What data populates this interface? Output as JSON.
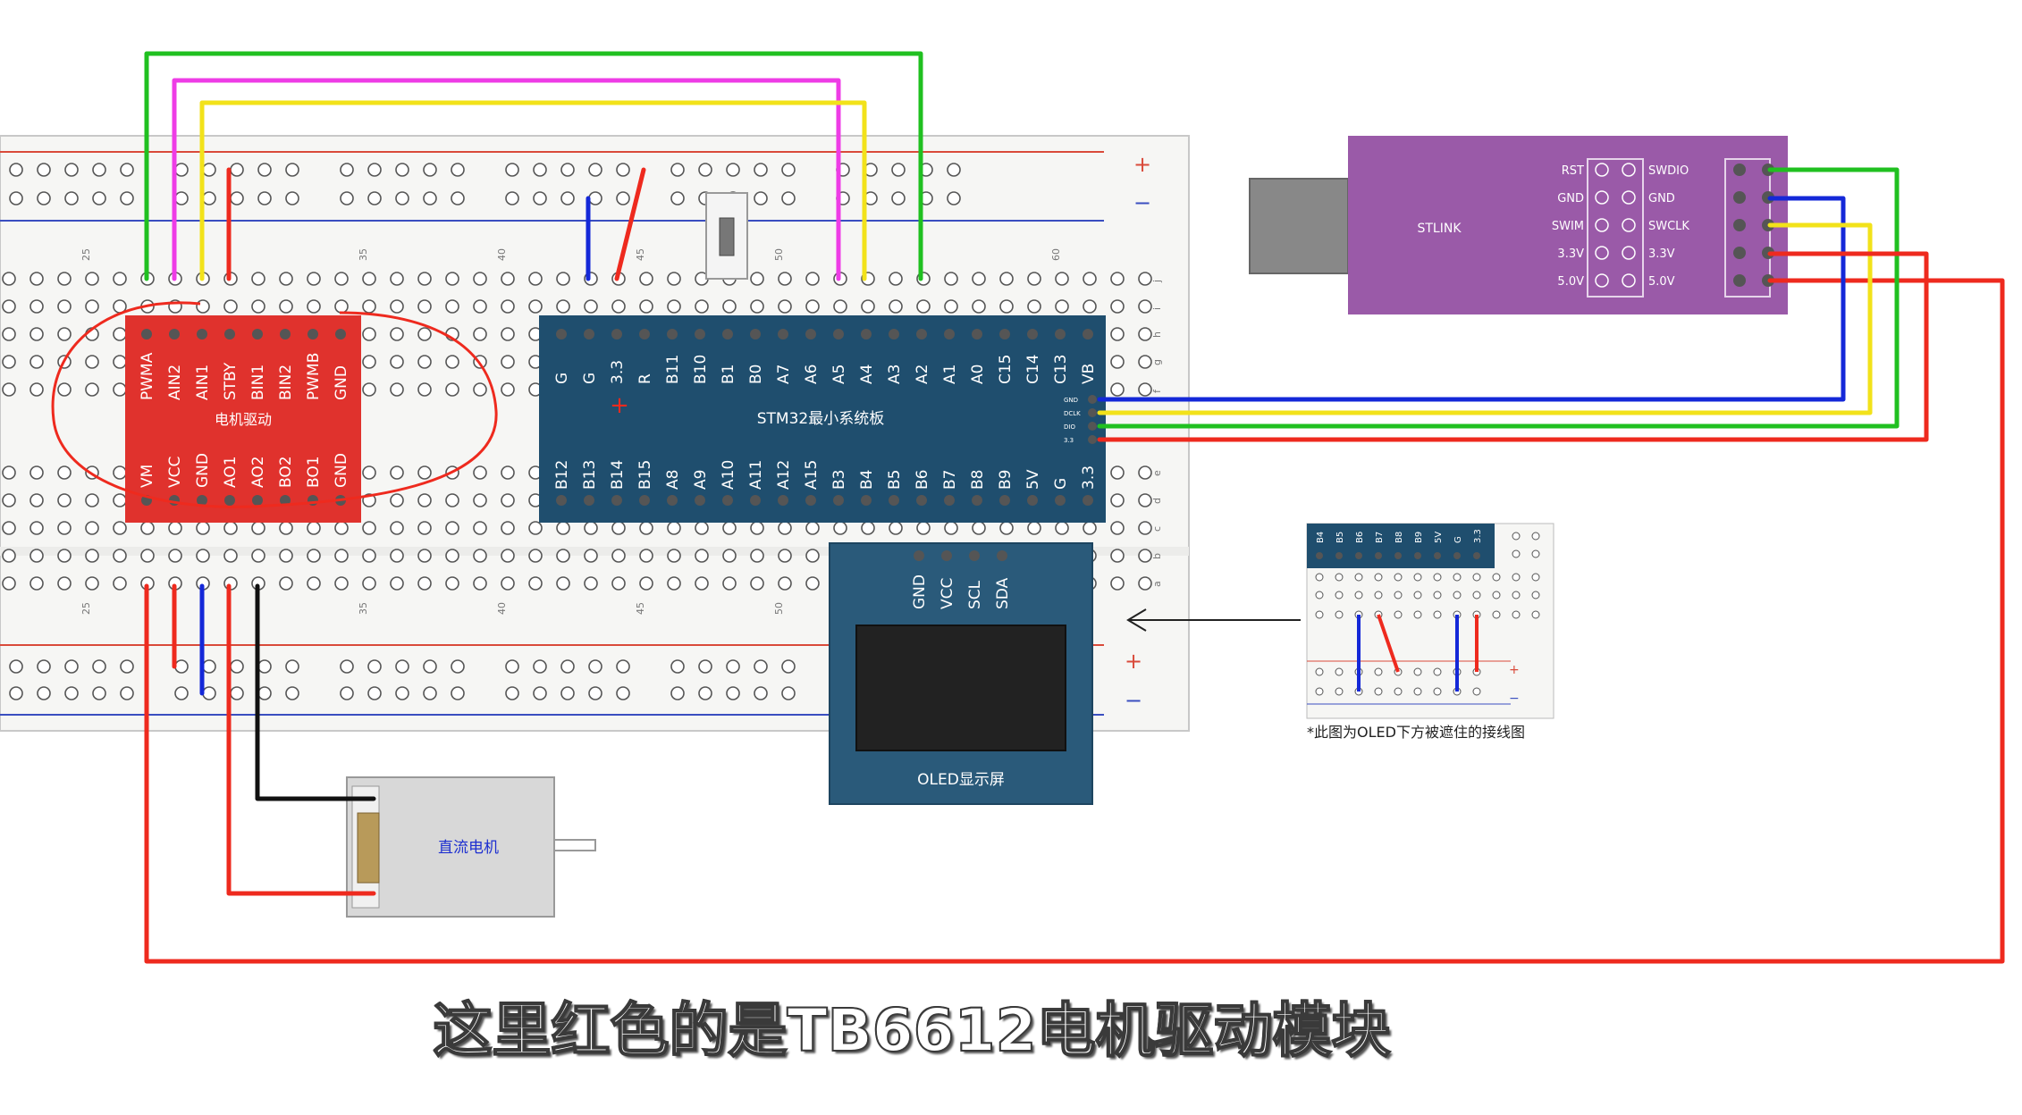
{
  "subtitle": "这里红色的是TB6612电机驱动模块",
  "breadboard": {
    "rail_plus": "+",
    "rail_minus": "−",
    "column_numbers": [
      "25",
      "35",
      "40",
      "45",
      "50",
      "60"
    ],
    "row_letters_top": [
      "j",
      "i",
      "h",
      "g",
      "f"
    ],
    "row_letters_bottom": [
      "e",
      "d",
      "c",
      "b",
      "a"
    ]
  },
  "motor_driver": {
    "name": "电机驱动",
    "top_pins": [
      "PWMA",
      "AIN2",
      "AIN1",
      "STBY",
      "BIN1",
      "BIN2",
      "PWMB",
      "GND"
    ],
    "bottom_pins": [
      "VM",
      "VCC",
      "GND",
      "AO1",
      "AO2",
      "BO2",
      "BO1",
      "GND"
    ],
    "color": "#e0322d"
  },
  "stm32": {
    "name": "STM32最小系统板",
    "top_pins": [
      "G",
      "G",
      "3.3",
      "R",
      "B11",
      "B10",
      "B1",
      "B0",
      "A7",
      "A6",
      "A5",
      "A4",
      "A3",
      "A2",
      "A1",
      "A0",
      "C15",
      "C14",
      "C13",
      "VB"
    ],
    "bottom_pins": [
      "B12",
      "B13",
      "B14",
      "B15",
      "A8",
      "A9",
      "A10",
      "A11",
      "A12",
      "A15",
      "B3",
      "B4",
      "B5",
      "B6",
      "B7",
      "B8",
      "B9",
      "5V",
      "G",
      "3.3"
    ],
    "swd_pins": [
      "GND",
      "DCLK",
      "DIO",
      "3.3"
    ],
    "color": "#1f4e6e"
  },
  "stlink": {
    "name": "STLINK",
    "left_labels": [
      "RST",
      "GND",
      "SWIM",
      "3.3V",
      "5.0V"
    ],
    "right_labels": [
      "SWDIO",
      "GND",
      "SWCLK",
      "3.3V",
      "5.0V"
    ],
    "color": "#9a5aa8"
  },
  "oled": {
    "name": "OLED显示屏",
    "pins": [
      "GND",
      "VCC",
      "SCL",
      "SDA"
    ],
    "color": "#2a5a7a"
  },
  "motor": {
    "name": "直流电机"
  },
  "inset": {
    "pins": [
      "B4",
      "B5",
      "B6",
      "B7",
      "B8",
      "B9",
      "5V",
      "G",
      "3.3"
    ],
    "note": "*此图为OLED下方被遮住的接线图",
    "rail_plus": "+",
    "rail_minus": "−"
  },
  "wire_colors": {
    "red": "#ee2a1e",
    "blue": "#1428d8",
    "yellow": "#f2e21a",
    "green": "#20c020",
    "magenta": "#ee3ce6",
    "black": "#111111"
  }
}
